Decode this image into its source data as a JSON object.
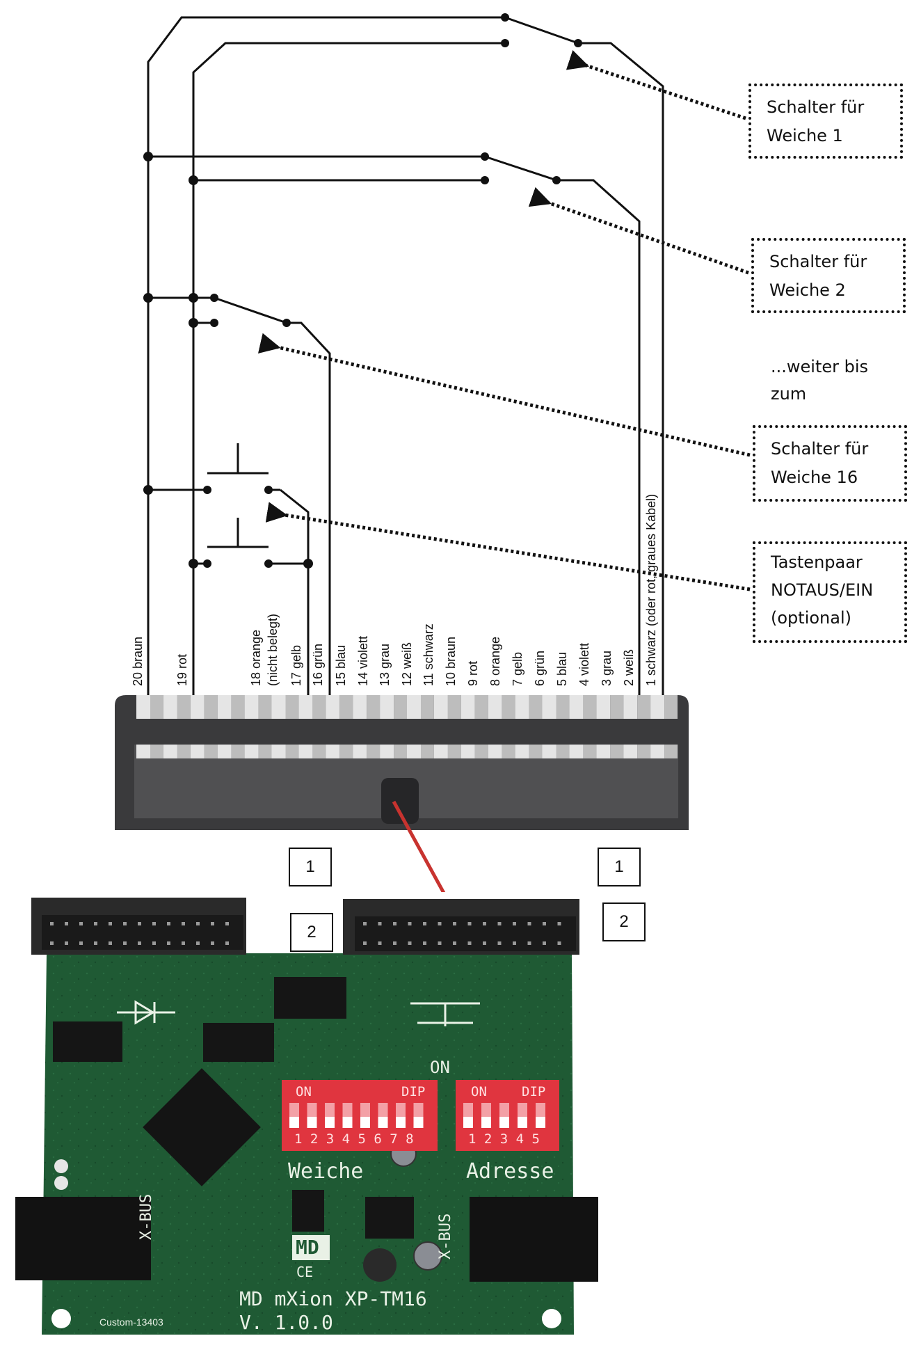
{
  "callouts": [
    {
      "line1": "Schalter für",
      "line2": "Weiche 1"
    },
    {
      "line1": "Schalter für",
      "line2": "Weiche 2"
    },
    {
      "line1": "Schalter für",
      "line2": "Weiche 16"
    },
    {
      "line1": "Tastenpaar",
      "line2": "NOTAUS/EIN",
      "line3": "(optional)"
    }
  ],
  "continuation_note": {
    "line1": "...weiter bis",
    "line2": "zum"
  },
  "pin_labels": [
    "20 braun",
    "19 rot",
    "18 orange",
    "(nicht belegt)",
    "17 gelb",
    "16 grün",
    "15 blau",
    "14 violett",
    "13 grau",
    "12 weiß",
    "11 schwarz",
    "10 braun",
    "9 rot",
    "8 orange",
    "7 gelb",
    "6 grün",
    "5 blau",
    "4 violett",
    "3 grau",
    "2 weiß",
    "1 schwarz (oder rot, graues Kabel)"
  ],
  "number_boxes": [
    "1",
    "2",
    "1",
    "2"
  ],
  "board": {
    "dip_left": {
      "on": "ON",
      "dip": "DIP",
      "numbers": "1 2 3 4 5 6 7 8"
    },
    "dip_right": {
      "on": "ON",
      "dip": "DIP",
      "numbers": "1 2 3 4 5"
    },
    "on_label": "ON",
    "weiche_label": "Weiche",
    "adresse_label": "Adresse",
    "xbus_left": "X-BUS",
    "xbus_right": "X-BUS",
    "logo": "MD",
    "ce_mark": "CE",
    "product_name": "MD mXion XP-TM16",
    "version": "V. 1.0.0",
    "custom_id": "Custom-13403"
  },
  "colors": {
    "wire": "#111111",
    "connector_body": "#3a3a3c",
    "pcb_green": "#1f5a34",
    "dip_red": "#e0353f",
    "arrow_red": "#c8332f"
  }
}
